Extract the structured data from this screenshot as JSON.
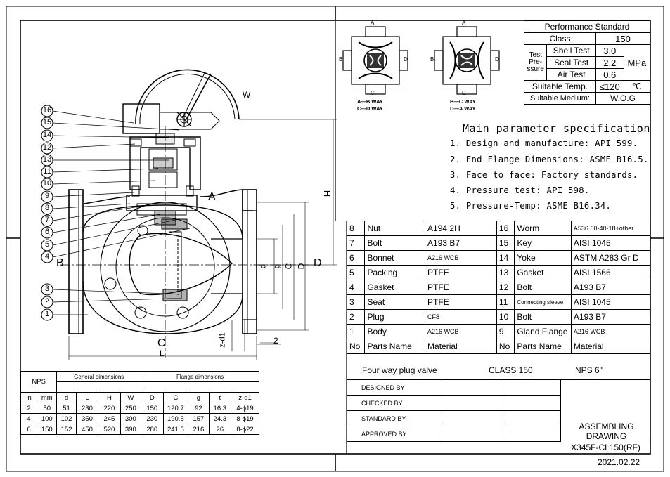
{
  "performance": {
    "title": "Performance Standard",
    "class_label": "Class",
    "class_value": "150",
    "test_pressure_label_1": "Test",
    "test_pressure_label_2": "Pre-",
    "test_pressure_label_3": "ssure",
    "shell_test_label": "Shell Test",
    "shell_test_value": "3.0",
    "seal_test_label": "Seal Test",
    "seal_test_value": "2.2",
    "air_test_label": "Air Test",
    "air_test_value": "0.6",
    "pressure_unit": "MPa",
    "temp_label": "Suitable Temp.",
    "temp_value": "≤120",
    "temp_unit": "℃",
    "medium_label": "Suitable Medium:",
    "medium_value": "W.O.G"
  },
  "spec": {
    "title": "Main parameter specification",
    "lines": [
      "1. Design and manufacture: API 599.",
      "2. End Flange Dimensions: ASME B16.5.",
      "3. Face to face: Factory standards.",
      "4. Pressure test: API 598.",
      "5. Pressure-Temp: ASME B16.34."
    ]
  },
  "parts": {
    "header": {
      "no": "No",
      "name": "Parts Name",
      "material": "Material"
    },
    "left": [
      {
        "no": "8",
        "name": "Nut",
        "material": "A194 2H"
      },
      {
        "no": "7",
        "name": "Bolt",
        "material": "A193 B7"
      },
      {
        "no": "6",
        "name": "Bonnet",
        "material": "A216 WCB"
      },
      {
        "no": "5",
        "name": "Packing",
        "material": "PTFE"
      },
      {
        "no": "4",
        "name": "Gasket",
        "material": "PTFE"
      },
      {
        "no": "3",
        "name": "Seat",
        "material": "PTFE"
      },
      {
        "no": "2",
        "name": "Plug",
        "material": "CF8"
      },
      {
        "no": "1",
        "name": "Body",
        "material": "A216 WCB"
      }
    ],
    "right": [
      {
        "no": "16",
        "name": "Worm",
        "material": "A536 60-40-18+other"
      },
      {
        "no": "15",
        "name": "Key",
        "material": "AISI 1045"
      },
      {
        "no": "14",
        "name": "Yoke",
        "material": "ASTM A283 Gr D"
      },
      {
        "no": "13",
        "name": "Gasket",
        "material": "AISI 1566"
      },
      {
        "no": "12",
        "name": "Bolt",
        "material": "A193 B7"
      },
      {
        "no": "11",
        "name": "Connecting sleeve",
        "material": "AISI 1045"
      },
      {
        "no": "10",
        "name": "Bolt",
        "material": "A193 B7"
      },
      {
        "no": "9",
        "name": "Gland Flange",
        "material": "A216 WCB"
      }
    ]
  },
  "title_block": {
    "product": "Four way plug valve",
    "class": "CLASS 150",
    "nps": "NPS 6\"",
    "designed": "DESIGNED BY",
    "checked": "CHECKED BY",
    "standard": "STANDARD BY",
    "approved": "APPROVED BY",
    "drawing_type": "ASSEMBLING DRAWING",
    "model": "X345F-CL150(RF)",
    "date": "2021.02.22"
  },
  "dims": {
    "nps": "NPS",
    "general": "General dimensions",
    "flange": "Flange dimensions",
    "cols": [
      "in",
      "mm",
      "d",
      "L",
      "H",
      "W",
      "D",
      "C",
      "g",
      "t",
      "z-d1"
    ],
    "rows": [
      [
        "2",
        "50",
        "51",
        "230",
        "220",
        "250",
        "150",
        "120.7",
        "92",
        "16.3",
        "4-ϕ19"
      ],
      [
        "4",
        "100",
        "102",
        "350",
        "245",
        "300",
        "230",
        "190.5",
        "157",
        "24.3",
        "8-ϕ19"
      ],
      [
        "6",
        "150",
        "152",
        "450",
        "520",
        "390",
        "280",
        "241.5",
        "216",
        "26",
        "8-ϕ22"
      ]
    ]
  },
  "diagram": {
    "way_left_1": "A—B WAY",
    "way_left_2": "C—D WAY",
    "way_right_1": "B—C WAY",
    "way_right_2": "D—A WAY",
    "port_a": "A",
    "port_b": "B",
    "port_c": "C",
    "port_d": "D",
    "dim_w": "W",
    "dim_h": "H",
    "dim_l": "L",
    "dim_d": "d",
    "dim_g": "g",
    "dim_c": "C",
    "dim_zd1": "z-d1",
    "dim_2": "2",
    "balloons": [
      "16",
      "15",
      "14",
      "12",
      "13",
      "11",
      "10",
      "9",
      "8",
      "7",
      "6",
      "5",
      "4",
      "3",
      "2",
      "1"
    ]
  }
}
